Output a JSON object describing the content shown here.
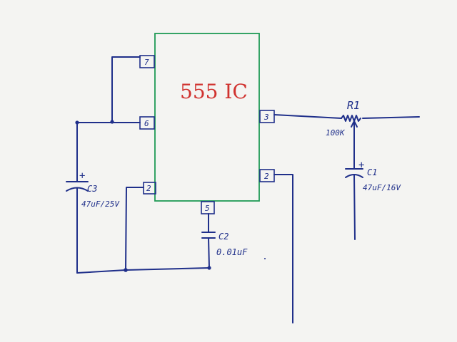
{
  "ic": {
    "title": "555 IC"
  },
  "pins": {
    "p7": "7",
    "p6": "6",
    "p2_left": "2",
    "p3": "3",
    "p2_right": "2",
    "p5": "5"
  },
  "components": {
    "r1": {
      "name": "R1",
      "value": "100K"
    },
    "c1": {
      "name": "C1",
      "value": "47uF/16V",
      "polarity": "+"
    },
    "c2": {
      "name": "C2",
      "value": "0.01uF"
    },
    "c3": {
      "name": "C3",
      "value": "47uF/25V",
      "polarity": "+"
    }
  }
}
